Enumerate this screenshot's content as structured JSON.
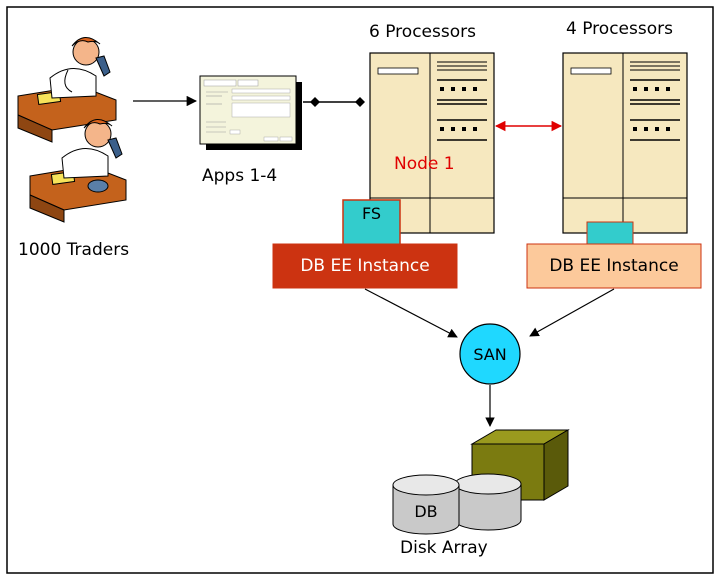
{
  "traders": {
    "label": "1000 Traders"
  },
  "apps": {
    "label": "Apps 1-4"
  },
  "node1": {
    "header": "6 Processors",
    "label": "Node 1",
    "fs_label": "FS",
    "instance_label": "DB EE Instance",
    "instance_color": "#cc3311"
  },
  "node2": {
    "header": "4 Processors",
    "instance_label": "DB EE Instance",
    "instance_color": "#fcc99b"
  },
  "san": {
    "label": "SAN",
    "color": "#1fd8ff"
  },
  "storage": {
    "db_label": "DB",
    "array_label": "Disk Array"
  },
  "colors": {
    "server_fill": "#f6e8bf",
    "fs_fill": "#33cccc",
    "link": "#e00000",
    "array_fill": "#7b7b10"
  }
}
